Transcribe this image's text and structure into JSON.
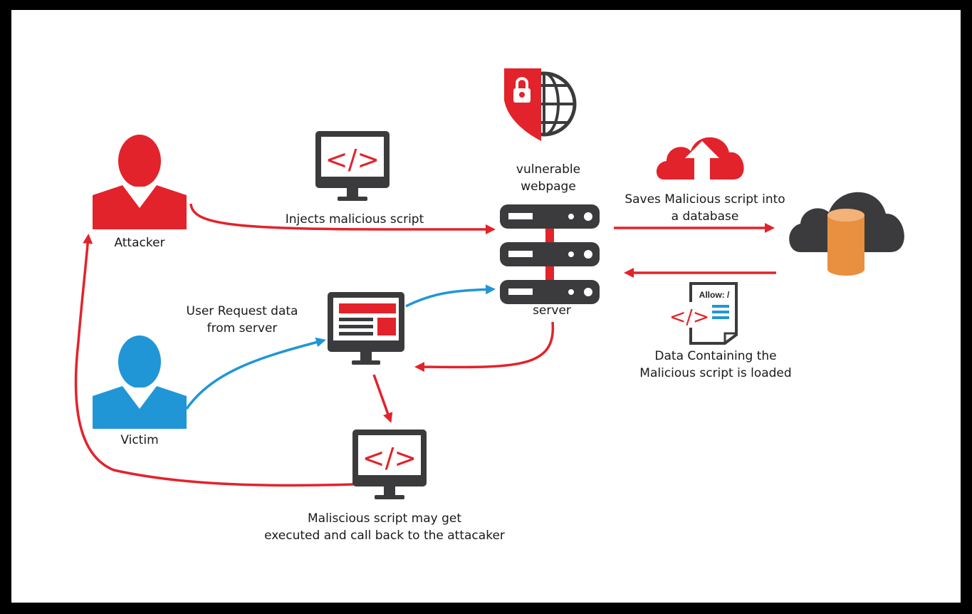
{
  "colors": {
    "attacker": "#e2232b",
    "victim": "#2196d6",
    "dark": "#3b3b3d",
    "database": "#e89040",
    "background": "#ffffff"
  },
  "labels": {
    "attacker": "Attacker",
    "victim": "Victim",
    "vulnerable_line1": "vulnerable",
    "vulnerable_line2": "webpage",
    "server": "server",
    "injects": "Injects malicious script",
    "saves_line1": "Saves Malicious script into",
    "saves_line2": "a database",
    "user_request_line1": "User Request data",
    "user_request_line2": "from server",
    "data_loaded_line1": "Data Containing the",
    "data_loaded_line2": "Malicious script is loaded",
    "executed_line1": "Maliscious script may get",
    "executed_line2": "executed and call back to the attacaker",
    "code_tag": "</>",
    "allow": "Allow: /"
  },
  "icons": {
    "attacker": "person-icon",
    "victim": "person-icon",
    "shield": "shield-lock-globe-icon",
    "code_monitor_top": "code-monitor-icon",
    "server": "server-rack-icon",
    "cloud_upload": "cloud-upload-icon",
    "cloud_database": "cloud-database-icon",
    "web_monitor": "webpage-monitor-icon",
    "document": "code-document-icon",
    "code_monitor_bottom": "code-monitor-icon"
  }
}
